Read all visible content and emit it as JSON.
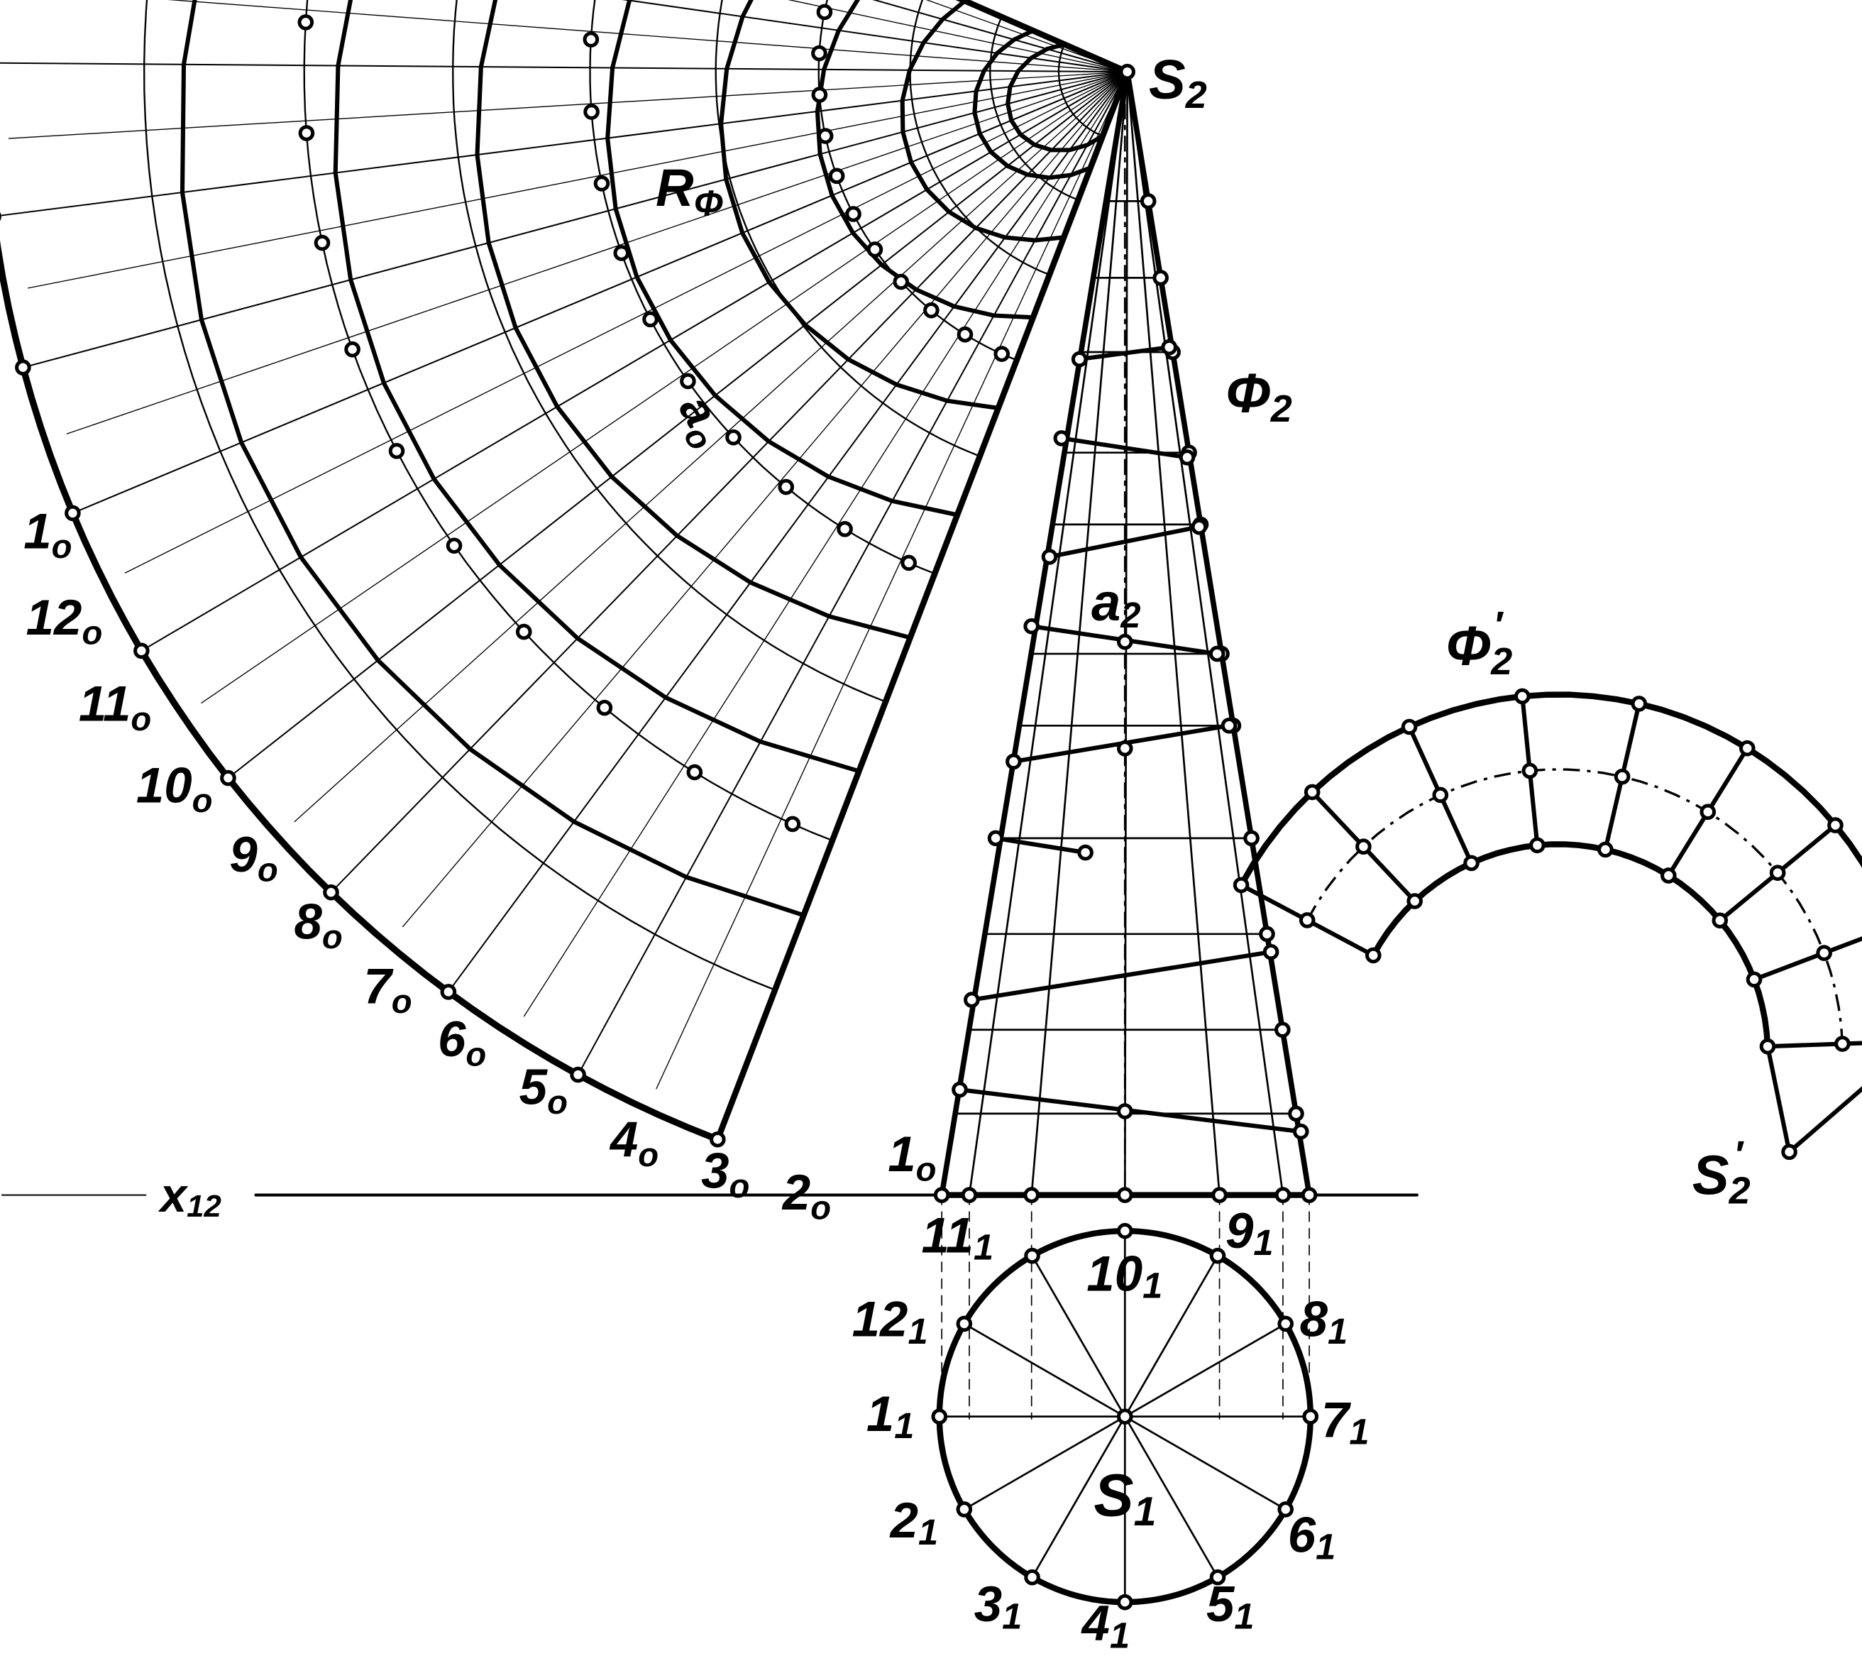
{
  "labels": {
    "apex_front": {
      "main": "S",
      "sub": "2"
    },
    "apex_plan": {
      "main": "S",
      "sub": "1"
    },
    "apex_moved": {
      "main": "S",
      "sub": "2",
      "prime": "′"
    },
    "cone_front": {
      "main": "Φ",
      "sub": "2"
    },
    "cone_moved": {
      "main": "Φ",
      "sub": "2",
      "prime": "′"
    },
    "development": {
      "main": "R",
      "sub": "Φ"
    },
    "line_front": {
      "main": "a",
      "sub": "2"
    },
    "line_dev": {
      "main": "a",
      "sub": "o"
    },
    "axis": {
      "main": "x",
      "sub": "12"
    }
  },
  "development_points": [
    {
      "main": "1",
      "sub": "o"
    },
    {
      "main": "12",
      "sub": "o"
    },
    {
      "main": "11",
      "sub": "o"
    },
    {
      "main": "10",
      "sub": "o"
    },
    {
      "main": "9",
      "sub": "o"
    },
    {
      "main": "8",
      "sub": "o"
    },
    {
      "main": "7",
      "sub": "o"
    },
    {
      "main": "6",
      "sub": "o"
    },
    {
      "main": "5",
      "sub": "o"
    },
    {
      "main": "4",
      "sub": "o"
    },
    {
      "main": "3",
      "sub": "o"
    },
    {
      "main": "2",
      "sub": "o"
    },
    {
      "main": "1",
      "sub": "o"
    }
  ],
  "plan_points": [
    {
      "main": "1",
      "sub": "1"
    },
    {
      "main": "2",
      "sub": "1"
    },
    {
      "main": "3",
      "sub": "1"
    },
    {
      "main": "4",
      "sub": "1"
    },
    {
      "main": "5",
      "sub": "1"
    },
    {
      "main": "6",
      "sub": "1"
    },
    {
      "main": "7",
      "sub": "1"
    },
    {
      "main": "8",
      "sub": "1"
    },
    {
      "main": "9",
      "sub": "1"
    },
    {
      "main": "10",
      "sub": "1"
    },
    {
      "main": "11",
      "sub": "1"
    },
    {
      "main": "12",
      "sub": "1"
    }
  ]
}
